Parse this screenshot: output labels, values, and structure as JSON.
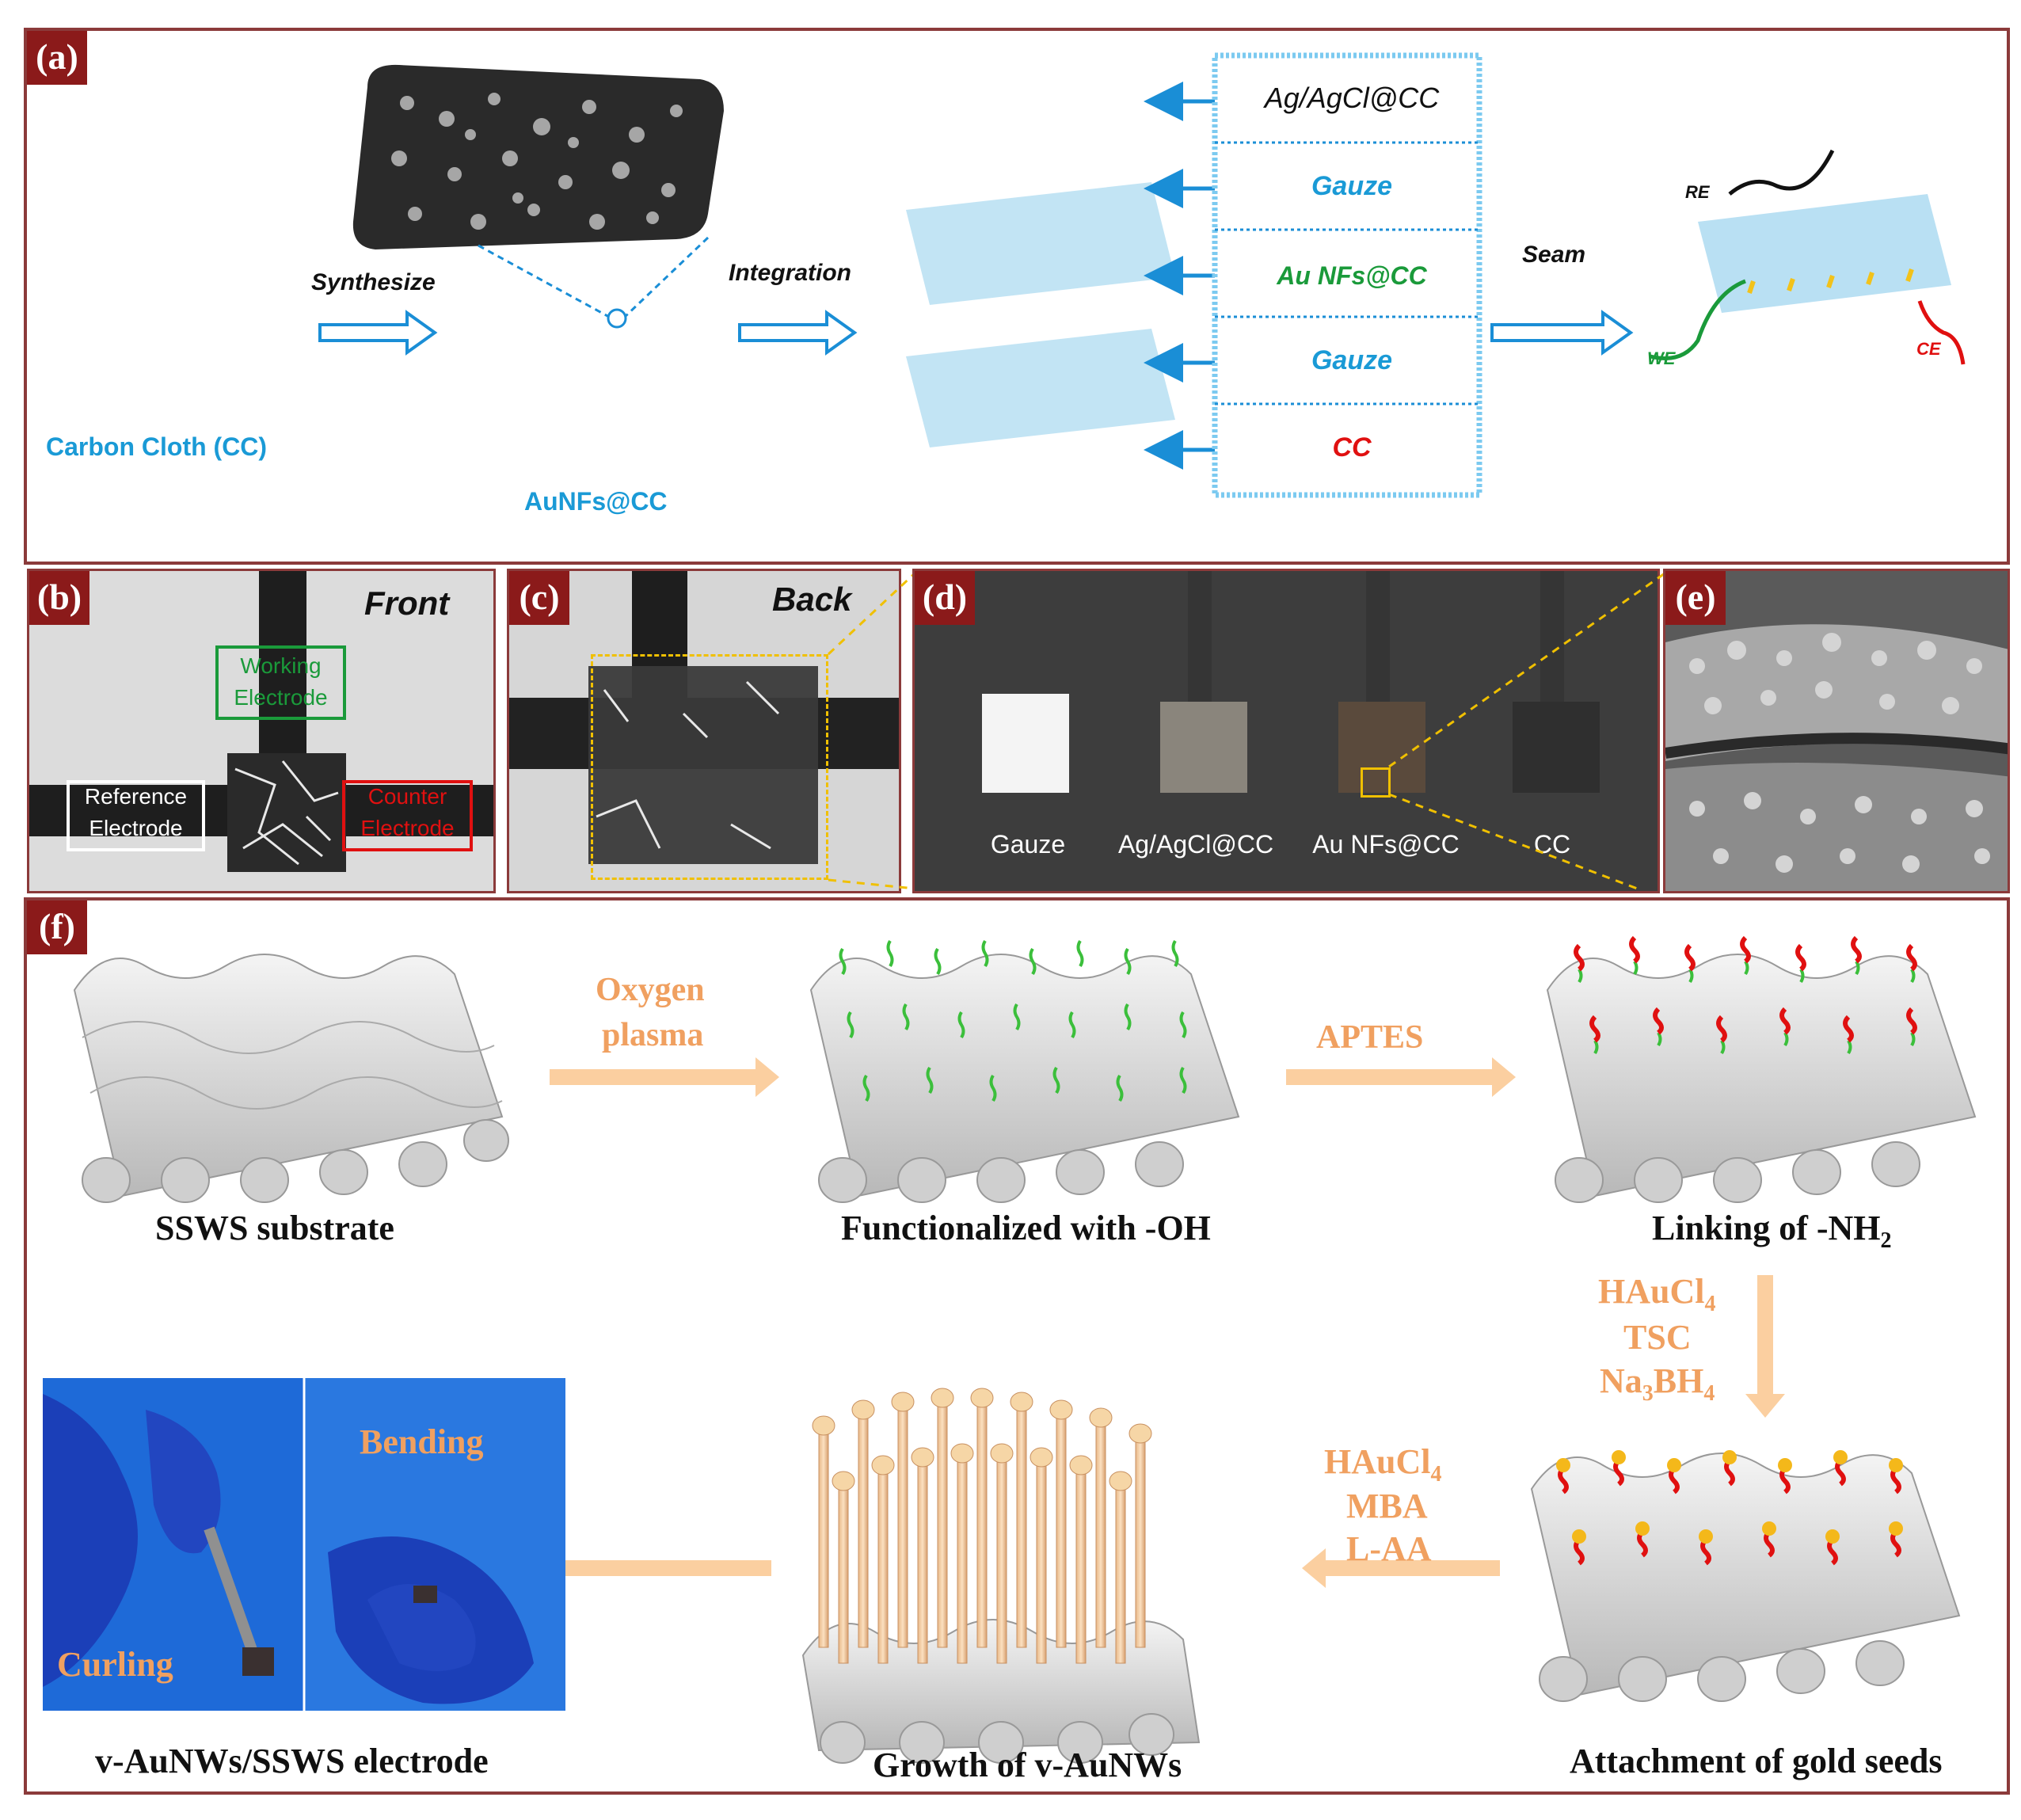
{
  "panels": {
    "a": {
      "tag": "(a)",
      "carbon_cloth_label": "Carbon Cloth (CC)",
      "synthesize_label": "Synthesize",
      "aunfs_label": "AuNFs@CC",
      "integration_label": "Integration",
      "layers": [
        "Ag/AgCl@CC",
        "Gauze",
        "Au NFs@CC",
        "Gauze",
        "CC"
      ],
      "seam_label": "Seam",
      "re_label": "RE",
      "we_label": "WE",
      "ce_label": "CE"
    },
    "b": {
      "tag": "(b)",
      "title": "Front",
      "working_line1": "Working",
      "working_line2": "Electrode",
      "reference_line1": "Reference",
      "reference_line2": "Electrode",
      "counter_line1": "Counter",
      "counter_line2": "Electrode"
    },
    "c": {
      "tag": "(c)",
      "title": "Back"
    },
    "d": {
      "tag": "(d)",
      "labels": [
        "Gauze",
        "Ag/AgCl@CC",
        "Au NFs@CC",
        "CC"
      ]
    },
    "e": {
      "tag": "(e)"
    },
    "f": {
      "tag": "(f)",
      "oxygen_label1": "Oxygen",
      "oxygen_label2": "plasma",
      "aptes_label": "APTES",
      "step1": "SSWS substrate",
      "step2": "Functionalized with -OH",
      "step3_prefix": "Linking of -NH",
      "step3_sub": "2",
      "reagents_down": [
        "HAuCl",
        "4",
        "TSC",
        "Na",
        "3",
        "BH",
        "4"
      ],
      "reagents_left": [
        "HAuCl",
        "4",
        "MBA",
        "L-AA"
      ],
      "step4": "Attachment of gold seeds",
      "step5": "Growth of v-AuNWs",
      "step6": "v-AuNWs/SSWS electrode",
      "bending_label": "Bending",
      "curling_label": "Curling"
    }
  },
  "colors": {
    "frame": "#8b3a3a",
    "tag_bg": "#8b1a1a",
    "blue_text": "#1a9ad6",
    "green_text": "#1a9a3a",
    "red_text": "#e01010",
    "orange_text": "#f0a060",
    "gold": "#f2c21a"
  }
}
